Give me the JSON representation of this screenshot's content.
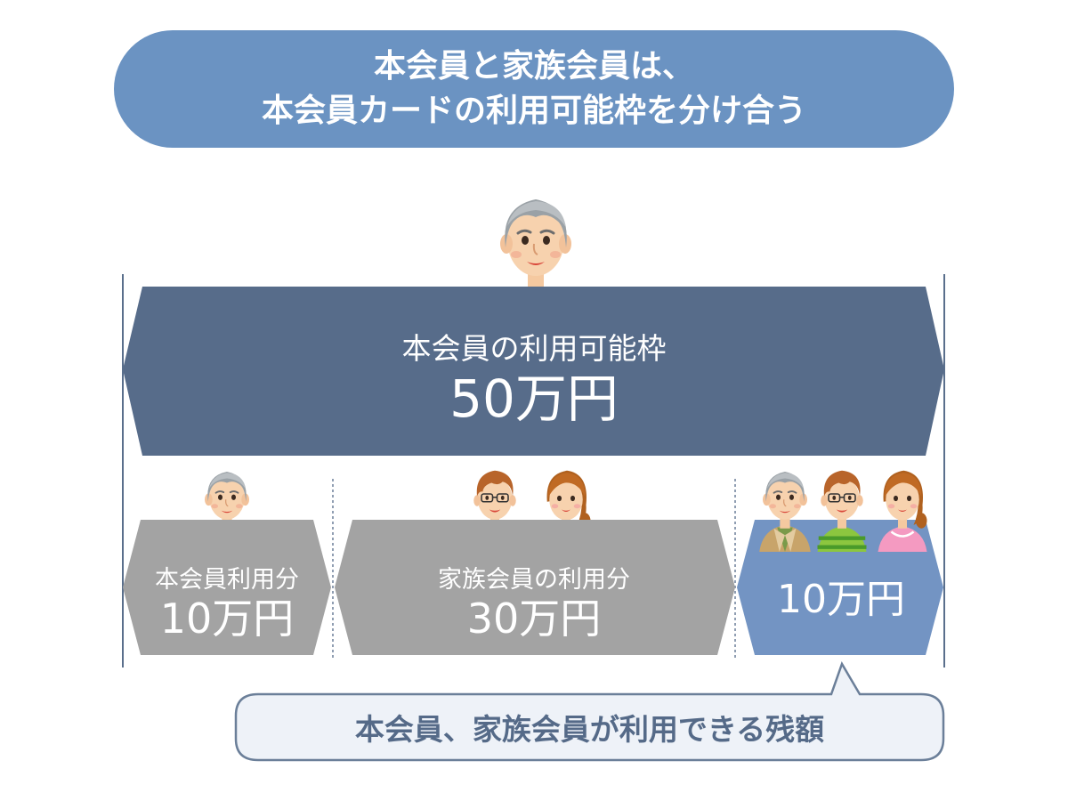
{
  "title": {
    "line1": "本会員と家族会員は、",
    "line2": "本会員カードの利用可能枠を分け合う"
  },
  "main_limit": {
    "label": "本会員の利用可能枠",
    "value": "50万円",
    "color": "#576c8a"
  },
  "segments": [
    {
      "label": "本会員利用分",
      "value": "10万円",
      "color": "#a3a3a3"
    },
    {
      "label": "家族会員の利用分",
      "value": "30万円",
      "color": "#a3a3a3"
    },
    {
      "label": "",
      "value": "10万円",
      "color": "#7394c3"
    }
  ],
  "callout": {
    "text": "本会員、家族会員が利用できる残額",
    "fill": "#eef2f8",
    "border": "#6b7f99"
  },
  "people_icons": [
    "elderly-man-icon",
    "young-man-glasses-icon",
    "young-woman-icon"
  ]
}
